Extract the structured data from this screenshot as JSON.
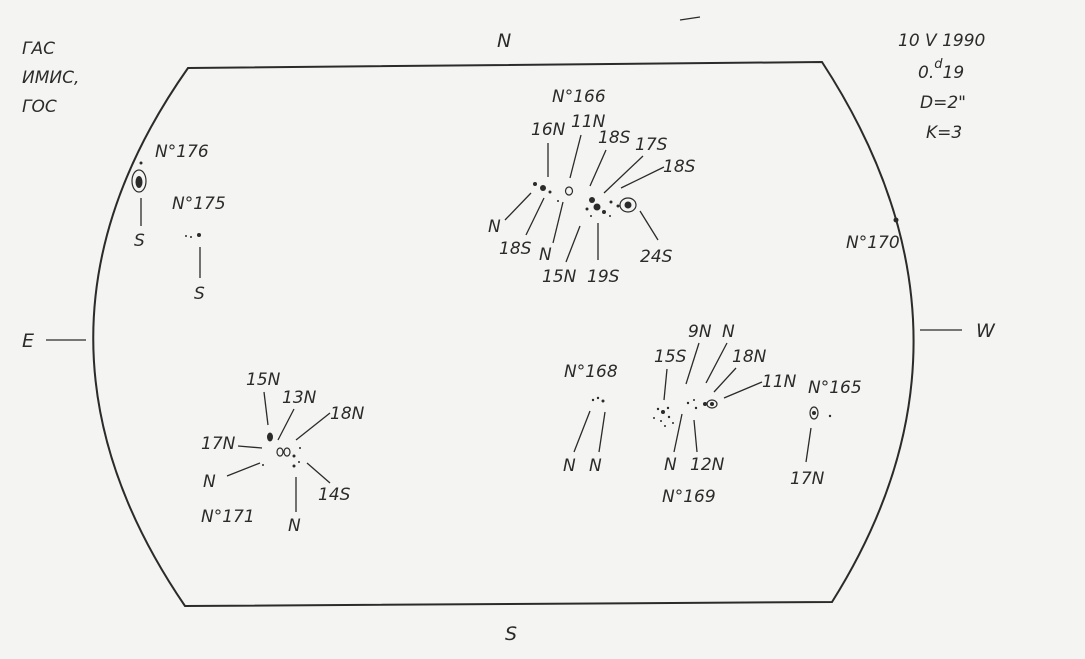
{
  "observatories": [
    "ГАС",
    "ИМИС,",
    "ГОС"
  ],
  "observation": {
    "date": "10 V 1990",
    "time_main": "0.",
    "time_sup": "d",
    "time_frac": "19",
    "diameter": "D=2\"",
    "k_index": "K=3"
  },
  "compass": {
    "north": "N",
    "south": "S",
    "east": "E",
    "west": "W"
  },
  "groups": {
    "g176": {
      "title": "N°176",
      "s": "S"
    },
    "g175": {
      "title": "N°175",
      "s": "S"
    },
    "g166": {
      "title": "N°166",
      "l16N": "16N",
      "l11N": "11N",
      "l18S_a": "18S",
      "l17S": "17S",
      "l18S_b": "18S",
      "lN": "N",
      "l18S_c": "18S",
      "lN2": "N",
      "l15N": "15N",
      "l19S": "19S",
      "l24S": "24S"
    },
    "g170": {
      "title": "N°170"
    },
    "g171": {
      "title": "N°171",
      "l15N": "15N",
      "l13N": "13N",
      "l18N": "18N",
      "l17N": "17N",
      "lN": "N",
      "l14S": "14S",
      "lN2": "N"
    },
    "g168": {
      "title": "N°168",
      "lN1": "N",
      "lN2": "N"
    },
    "g169": {
      "title": "N°169",
      "l9N": "9N",
      "lNtop": "N",
      "l15S": "15S",
      "l18N": "18N",
      "l11N": "11N",
      "lN": "N",
      "l12N": "12N"
    },
    "g165": {
      "title": "N°165",
      "l17N": "17N"
    }
  }
}
